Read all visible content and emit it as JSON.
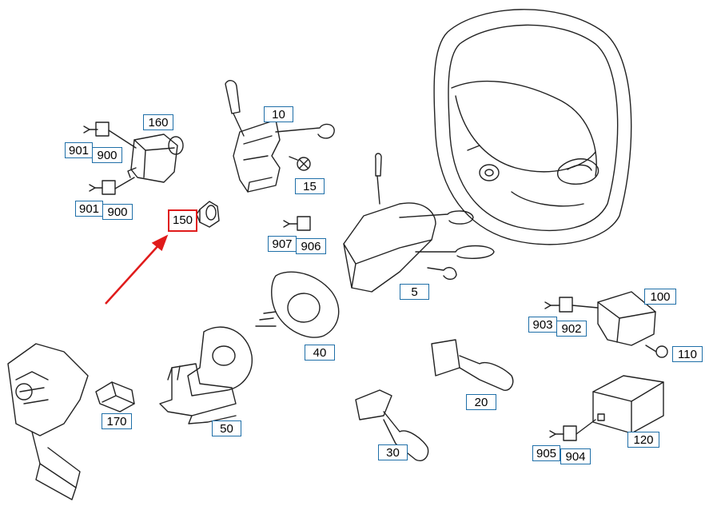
{
  "diagram": {
    "labels": [
      "160",
      "10",
      "901",
      "900",
      "15",
      "901",
      "900",
      "150",
      "907",
      "906",
      "5",
      "100",
      "903",
      "902",
      "110",
      "40",
      "20",
      "170",
      "50",
      "120",
      "30",
      "905",
      "904"
    ],
    "selected_label": "150",
    "colors": {
      "label_border": "#1f6fa8",
      "selected_border": "#e01b1b",
      "arrow": "#e01b1b",
      "line_art": "#222222"
    }
  }
}
